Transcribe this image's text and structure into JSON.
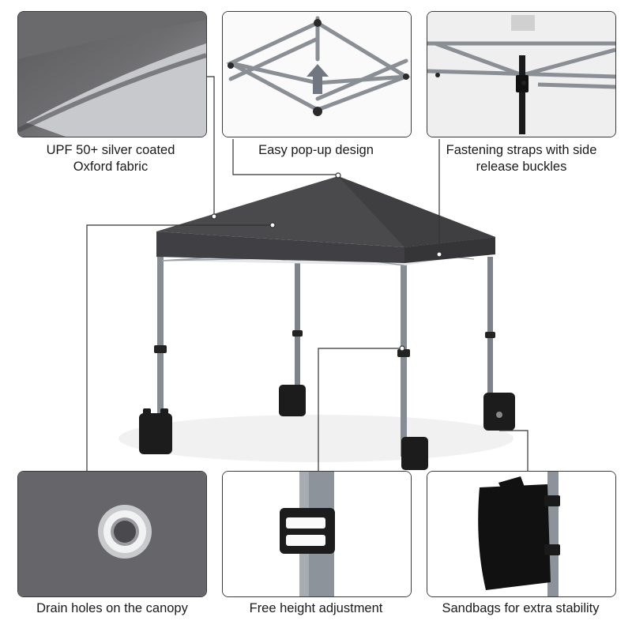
{
  "features": [
    {
      "id": "fabric",
      "caption": "UPF 50+ silver coated Oxford fabric"
    },
    {
      "id": "popup",
      "caption": "Easy pop-up design"
    },
    {
      "id": "straps",
      "caption": "Fastening straps with side release buckles"
    },
    {
      "id": "drain",
      "caption": "Drain holes on the canopy"
    },
    {
      "id": "height",
      "caption": "Free height adjustment"
    },
    {
      "id": "sandbags",
      "caption": "Sandbags for extra stability"
    }
  ],
  "colors": {
    "canopy": "#4a4a4d",
    "canopy_dark": "#3b3b3e",
    "frame": "#8a8f95",
    "outline": "#3a3a3a",
    "sandbag": "#1c1c1c"
  }
}
